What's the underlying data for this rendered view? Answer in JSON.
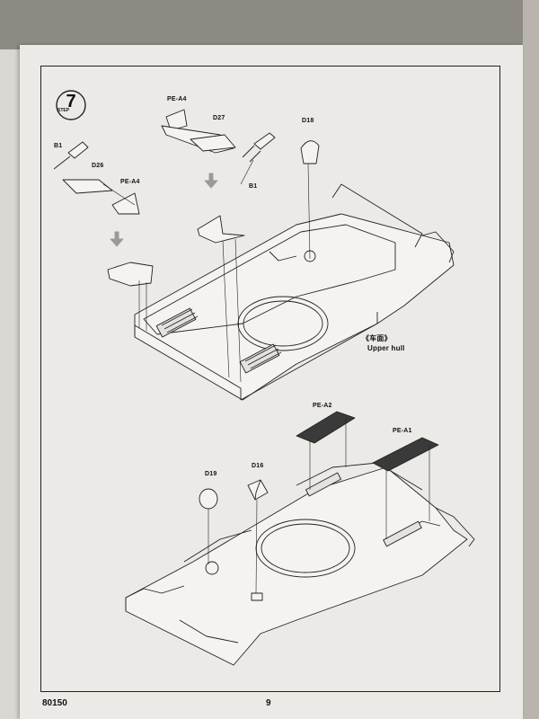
{
  "step": {
    "number": "7",
    "word": "STEP"
  },
  "labels": {
    "pe_a4_top": "PE-A4",
    "d27": "D27",
    "d18": "D18",
    "b1_left": "B1",
    "d26": "D26",
    "pe_a4_left": "PE-A4",
    "b1_right": "B1",
    "upper_hull_cn": "《车面》",
    "upper_hull_en": "Upper hull",
    "pe_a2": "PE-A2",
    "pe_a1": "PE-A1",
    "d19": "D19",
    "d16": "D16"
  },
  "footer": {
    "code": "80150",
    "page": "9"
  },
  "colors": {
    "paper": "#ebeae6",
    "line": "#222222",
    "arrow": "#9a9a9a"
  }
}
